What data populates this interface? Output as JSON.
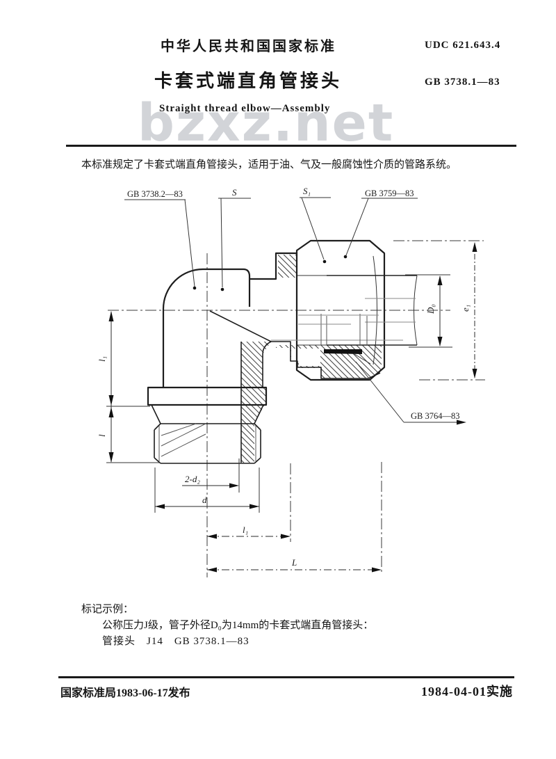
{
  "header": {
    "standard_type": "中华人民共和国国家标准",
    "udc": "UDC 621.643.4",
    "title": "卡套式端直角管接头",
    "code": "GB 3738.1—83",
    "title_en": "Straight thread elbow—Assembly"
  },
  "watermark": "bzxz.net",
  "scope": "本标准规定了卡套式端直角管接头，适用于油、气及一般腐蚀性介质的管路系统。",
  "drawing": {
    "callouts": {
      "body_standard": "GB 3738.2—83",
      "body_hex": "S",
      "nut_hex": "S₁",
      "nut_standard": "GB 3759—83",
      "ferrule_standard": "GB 3764—83"
    },
    "dimensions": {
      "tube_od": "D₀",
      "across_corners": "e₁",
      "l1": "l₁",
      "l": "l",
      "thread_note": "2-d₂",
      "thread": "d",
      "overall_length": "L"
    }
  },
  "marking": {
    "heading": "标记示例：",
    "example_desc": "公称压力J级，管子外径D₀为14mm的卡套式端直角管接头：",
    "example_code": "管接头　J14　GB 3738.1—83"
  },
  "footer": {
    "issued": "国家标准局1983-06-17发布",
    "implemented": "1984-04-01实施"
  }
}
